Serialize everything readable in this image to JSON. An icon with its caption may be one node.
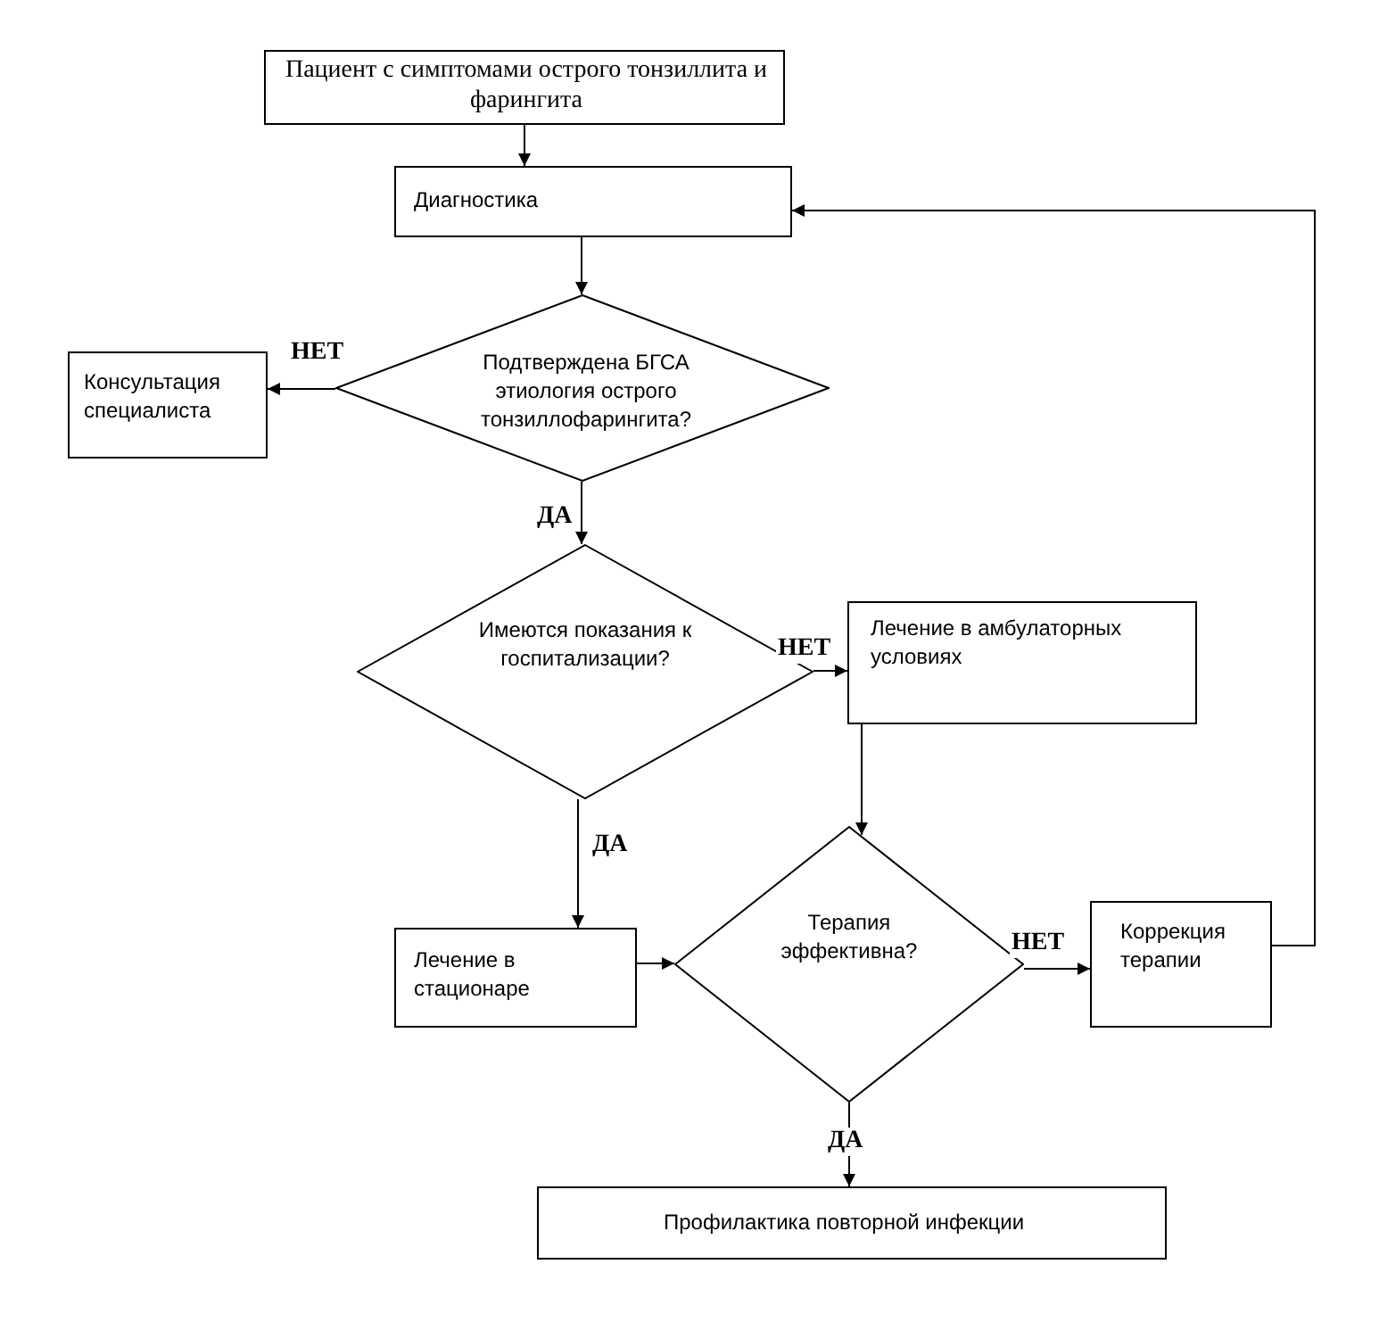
{
  "diagram": {
    "nodes": [
      {
        "text": [
          "Пациент с симптомами острого тонзиллита и фарингита"
        ]
      },
      {
        "text": [
          "Диагностика"
        ]
      },
      {
        "text": [
          "Подтверждена БГСА этиология острого тонзиллофарингита?"
        ]
      },
      {
        "text": [
          "Консультация специалиста"
        ]
      },
      {
        "text": [
          "Имеются показания к госпитализации?"
        ]
      },
      {
        "text": [
          "Лечение в амбулаторных условиях"
        ]
      },
      {
        "text": [
          "Лечение в стационаре"
        ]
      },
      {
        "text": [
          "Терапия эффективна?"
        ]
      },
      {
        "text": [
          "Коррекция терапии"
        ]
      },
      {
        "text": [
          "Профилактика повторной инфекции"
        ]
      }
    ],
    "edges": [
      {
        "from": 0,
        "to": 1,
        "arrow": "to"
      },
      {
        "from": 1,
        "to": 2,
        "arrow": "to"
      },
      {
        "from": 2,
        "to": 3,
        "arrow": "to",
        "label": "НЕТ"
      },
      {
        "from": 2,
        "to": 4,
        "arrow": "to",
        "label": "ДА"
      },
      {
        "from": 4,
        "to": 5,
        "arrow": "to",
        "label": "НЕТ"
      },
      {
        "from": 4,
        "to": 6,
        "arrow": "to",
        "label": "ДА"
      },
      {
        "from": 5,
        "to": 7,
        "arrow": "to"
      },
      {
        "from": 6,
        "to": 7,
        "arrow": "to"
      },
      {
        "from": 7,
        "to": 8,
        "arrow": "to",
        "label": "НЕТ"
      },
      {
        "from": 7,
        "to": 9,
        "arrow": "to",
        "label": "ДА"
      },
      {
        "from": 8,
        "to": 1,
        "arrow": "to"
      }
    ]
  }
}
